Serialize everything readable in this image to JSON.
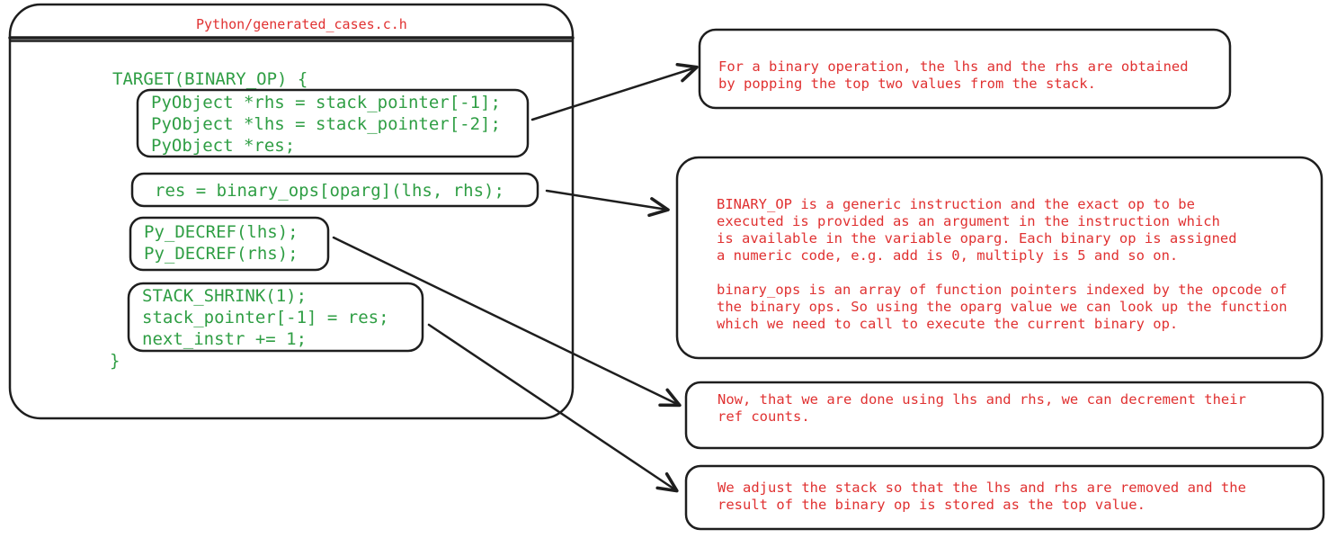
{
  "colors": {
    "ink": "#1e1e1e",
    "code_green": "#2f9e44",
    "annotation_red": "#e03131",
    "background": "#ffffff"
  },
  "window": {
    "title": "Python/generated_cases.c.h",
    "code": {
      "opening_line": "TARGET(BINARY_OP) {",
      "block_operands": "PyObject *rhs = stack_pointer[-1];\nPyObject *lhs = stack_pointer[-2];\nPyObject *res;",
      "block_dispatch": "res = binary_ops[oparg](lhs, rhs);",
      "block_decref": "Py_DECREF(lhs);\nPy_DECREF(rhs);",
      "block_stack_adjust": "STACK_SHRINK(1);\nstack_pointer[-1] = res;\nnext_instr += 1;",
      "closing_line": "}"
    }
  },
  "annotations": {
    "operands_note": "For a binary operation, the lhs and the rhs are obtained\nby popping the top two values from the stack.",
    "dispatch_note": "BINARY_OP is a generic instruction and the exact op to be\nexecuted is provided as an argument in the instruction which\nis available in the variable oparg. Each binary op is assigned\na numeric code, e.g. add is 0, multiply is 5 and so on.\n\nbinary_ops is an array of function pointers indexed by the opcode of\nthe binary ops. So using the oparg value we can look up the function\nwhich we need to call to execute the current binary op.",
    "decref_note": "Now, that we are done using lhs and rhs, we can decrement their\nref counts.",
    "stack_note": "We adjust the stack so that the lhs and rhs are removed and the\nresult of the binary op is stored as the top value."
  }
}
